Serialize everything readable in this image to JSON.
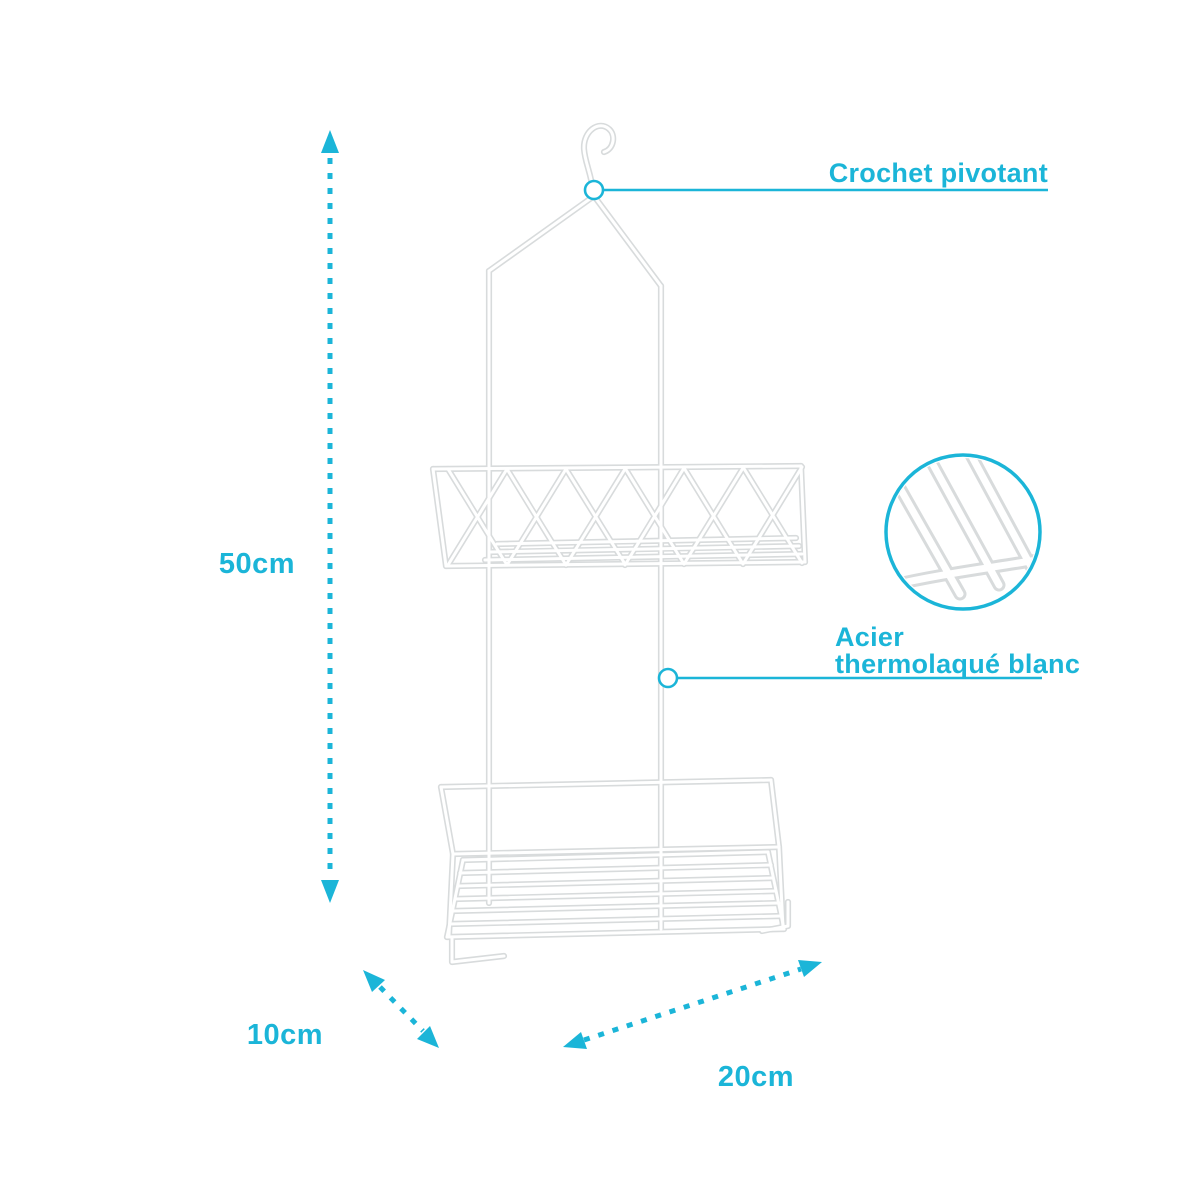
{
  "colors": {
    "accent": "#1BB5D8",
    "wireOutline": "#D8DBDC",
    "wireFill": "#FFFFFF",
    "background": "#FFFFFF"
  },
  "callouts": {
    "hook": {
      "label": "Crochet pivotant"
    },
    "material": {
      "line1": "Acier",
      "line2": "thermolaqué blanc"
    }
  },
  "dimensions": {
    "height": "50cm",
    "depth": "10cm",
    "width": "20cm"
  }
}
